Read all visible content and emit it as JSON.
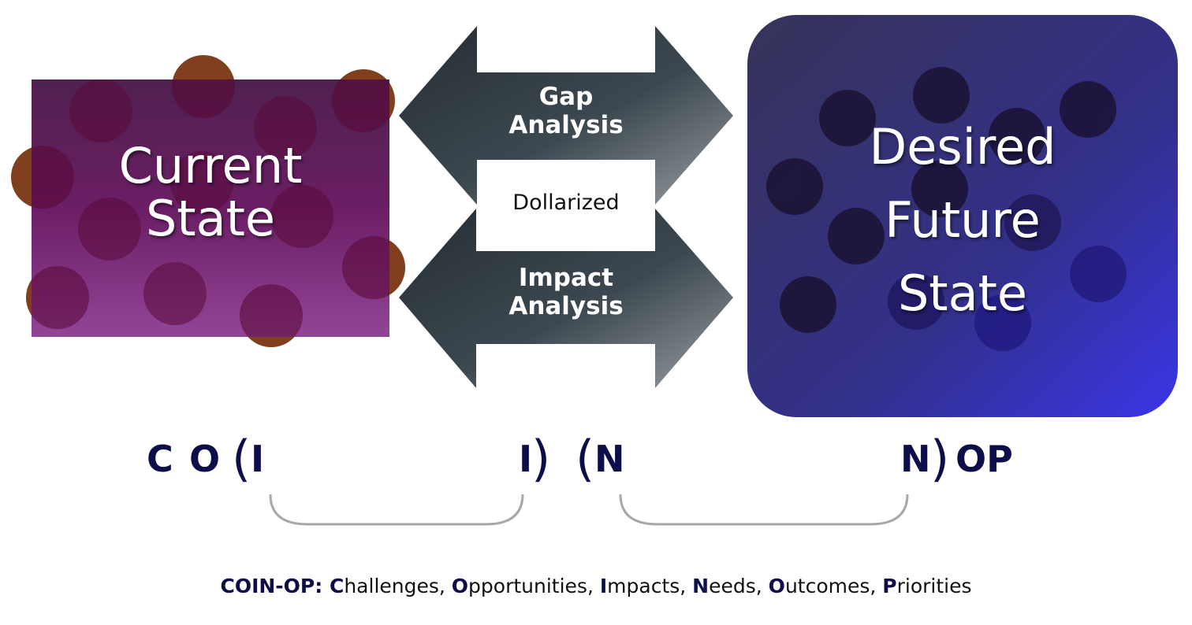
{
  "current_state": {
    "label_line1": "Current",
    "label_line2": "State",
    "color_top": "#4a1a4a",
    "color_bottom": "#8e3f94",
    "dot_color": "#b08400"
  },
  "arrows": {
    "gap": {
      "line1": "Gap",
      "line2": "Analysis"
    },
    "impact": {
      "line1": "Impact",
      "line2": "Analysis"
    },
    "center_label": "Dollarized",
    "color_dark": "#2b333b",
    "color_light": "#8a9094"
  },
  "desired_state": {
    "line1": "Desired",
    "line2": "Future",
    "line3": "State",
    "color_top": "#363358",
    "color_bottom": "#3a35e6"
  },
  "acronym": {
    "c": "C",
    "o": "O",
    "open1": "(",
    "i1": "I",
    "i2": "I",
    "close1": ")",
    "open2": "(",
    "n1": "N",
    "n2": "N",
    "close2": ")",
    "op": "OP",
    "color": "#0d0d4a"
  },
  "caption": {
    "prefix": "COIN-OP: ",
    "items": [
      {
        "initial": "C",
        "rest": "hallenges, "
      },
      {
        "initial": "O",
        "rest": "pportunities, "
      },
      {
        "initial": "I",
        "rest": "mpacts, "
      },
      {
        "initial": "N",
        "rest": "eeds, "
      },
      {
        "initial": "O",
        "rest": "utcomes, "
      },
      {
        "initial": "P",
        "rest": "riorities"
      }
    ]
  }
}
